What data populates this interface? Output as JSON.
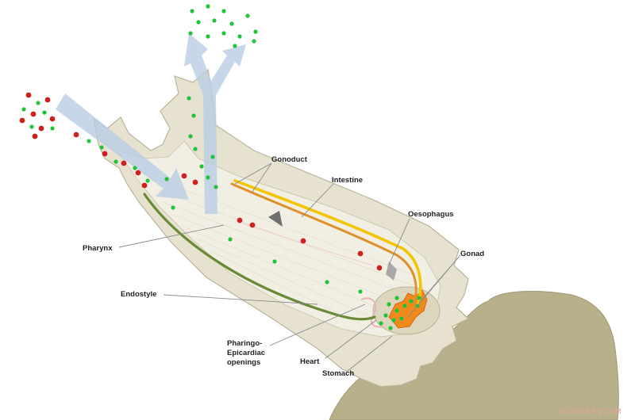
{
  "labels": {
    "gonoduct": "Gonoduct",
    "intestine": "Intestine",
    "oesophagus": "Oesophagus",
    "gonad": "Gonad",
    "pharynx": "Pharynx",
    "endostyle": "Endostyle",
    "pharingo_line1": "Pharingo-",
    "pharingo_line2": "Epicardiac",
    "pharingo_line3": "openings",
    "heart": "Heart",
    "stomach": "Stomach"
  },
  "watermark": "SCIENCE AQ.COM",
  "colors": {
    "tunic": "#e6e2cf",
    "tunic_stroke": "#b9b49a",
    "inner_body": "#f1efe3",
    "rock": "#b8b08b",
    "rock_shadow": "#9f9774",
    "endostyle": "#6a8a38",
    "intestine": "#f2c500",
    "gonoduct": "#e0902a",
    "gonad": "#f08a1c",
    "flow_arrow": "#b9cde4",
    "green_particle": "#22c33a",
    "red_particle": "#cf1f1f"
  },
  "icons": [
    "water-inflow-arrow",
    "water-outflow-arrow"
  ]
}
